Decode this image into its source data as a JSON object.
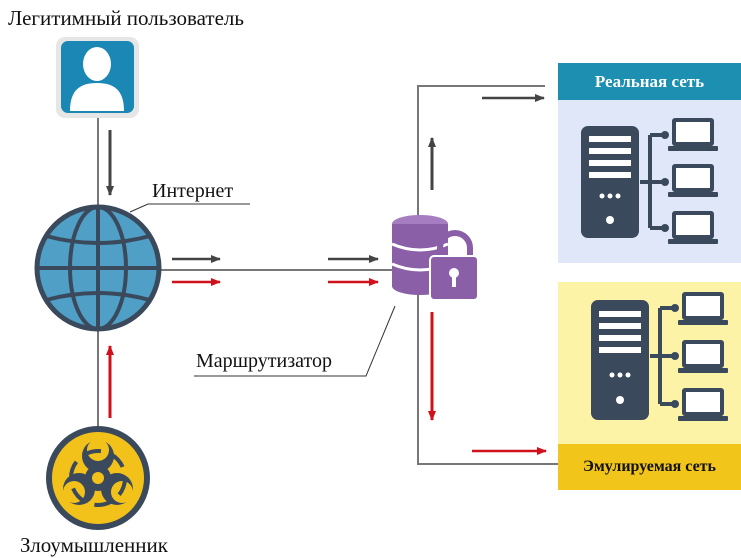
{
  "labels": {
    "legit_user": "Легитимный пользователь",
    "internet": "Интернет",
    "router": "Маршрутизатор",
    "attacker": "Злоумышленник",
    "real_network": "Реальная сеть",
    "emulated_network": "Эмулируемая сеть"
  },
  "colors": {
    "user_tile": "#1a87b4",
    "globe": "#4f9fc7",
    "globe_dark": "#3a4a5c",
    "router": "#8a5fa8",
    "real_bg": "#dfe7f8",
    "real_header": "#1d8fb0",
    "emu_bg": "#fdf3a6",
    "emu_footer": "#f2c51b",
    "legit_arrow": "#444444",
    "attack_arrow": "#d0101a",
    "biohazard": "#f3c21a"
  },
  "icons": [
    "user-icon",
    "globe-icon",
    "biohazard-icon",
    "router-icon",
    "server-icon",
    "computer-icon"
  ]
}
